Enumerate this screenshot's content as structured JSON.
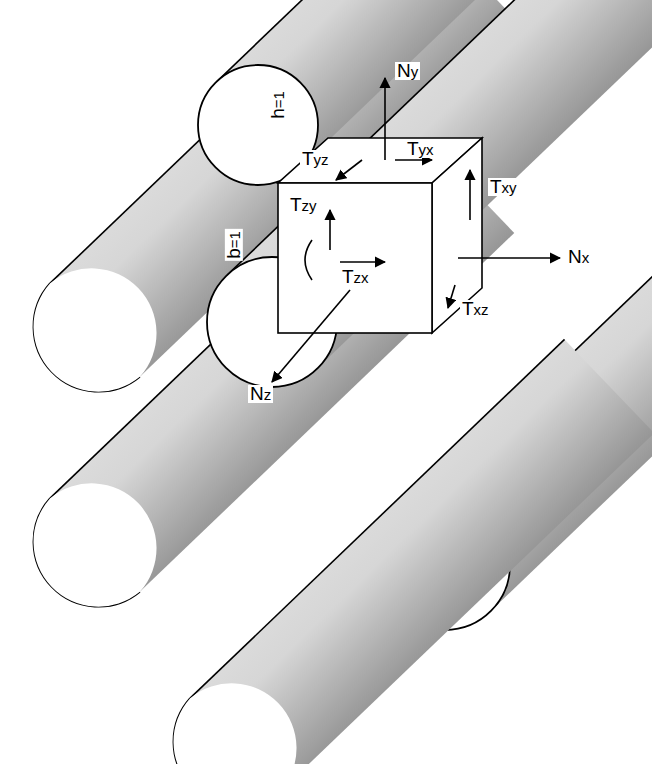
{
  "diagram": {
    "labels": [
      "Ny",
      "Tyz",
      "Tyx",
      "Txy",
      "Nx",
      "Tzy",
      "Tzx",
      "Txz",
      "Nz",
      "h=1",
      "b=1"
    ]
  }
}
